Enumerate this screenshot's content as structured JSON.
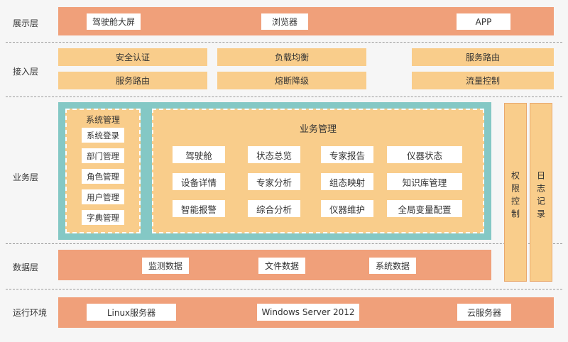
{
  "layers": {
    "presentation": "展示层",
    "access": "接入层",
    "business": "业务层",
    "data": "数据层",
    "runtime": "运行环境"
  },
  "presentation": [
    "驾驶舱大屏",
    "浏览器",
    "APP"
  ],
  "access": {
    "row1": [
      "安全认证",
      "负载均衡",
      "服务路由"
    ],
    "row2": [
      "服务路由",
      "熔断降级",
      "流量控制"
    ]
  },
  "system_mgmt": {
    "title": "系统管理",
    "items": [
      "系统登录",
      "部门管理",
      "角色管理",
      "用户管理",
      "字典管理"
    ]
  },
  "business_mgmt": {
    "title": "业务管理",
    "rows": [
      [
        "驾驶舱",
        "状态总览",
        "专家报告",
        "仪器状态"
      ],
      [
        "设备详情",
        "专家分析",
        "组态映射",
        "知识库管理"
      ],
      [
        "智能报警",
        "综合分析",
        "仪器维护",
        "全局变量配置"
      ]
    ]
  },
  "side": {
    "permission": "权限控制",
    "log": "日志记录"
  },
  "data_layer": [
    "监测数据",
    "文件数据",
    "系统数据"
  ],
  "runtime": [
    "Linux服务器",
    "Windows Server 2012",
    "云服务器"
  ],
  "colors": {
    "orange": "#f0a07a",
    "yellow": "#f9cd8b",
    "teal": "#84c8c5"
  }
}
